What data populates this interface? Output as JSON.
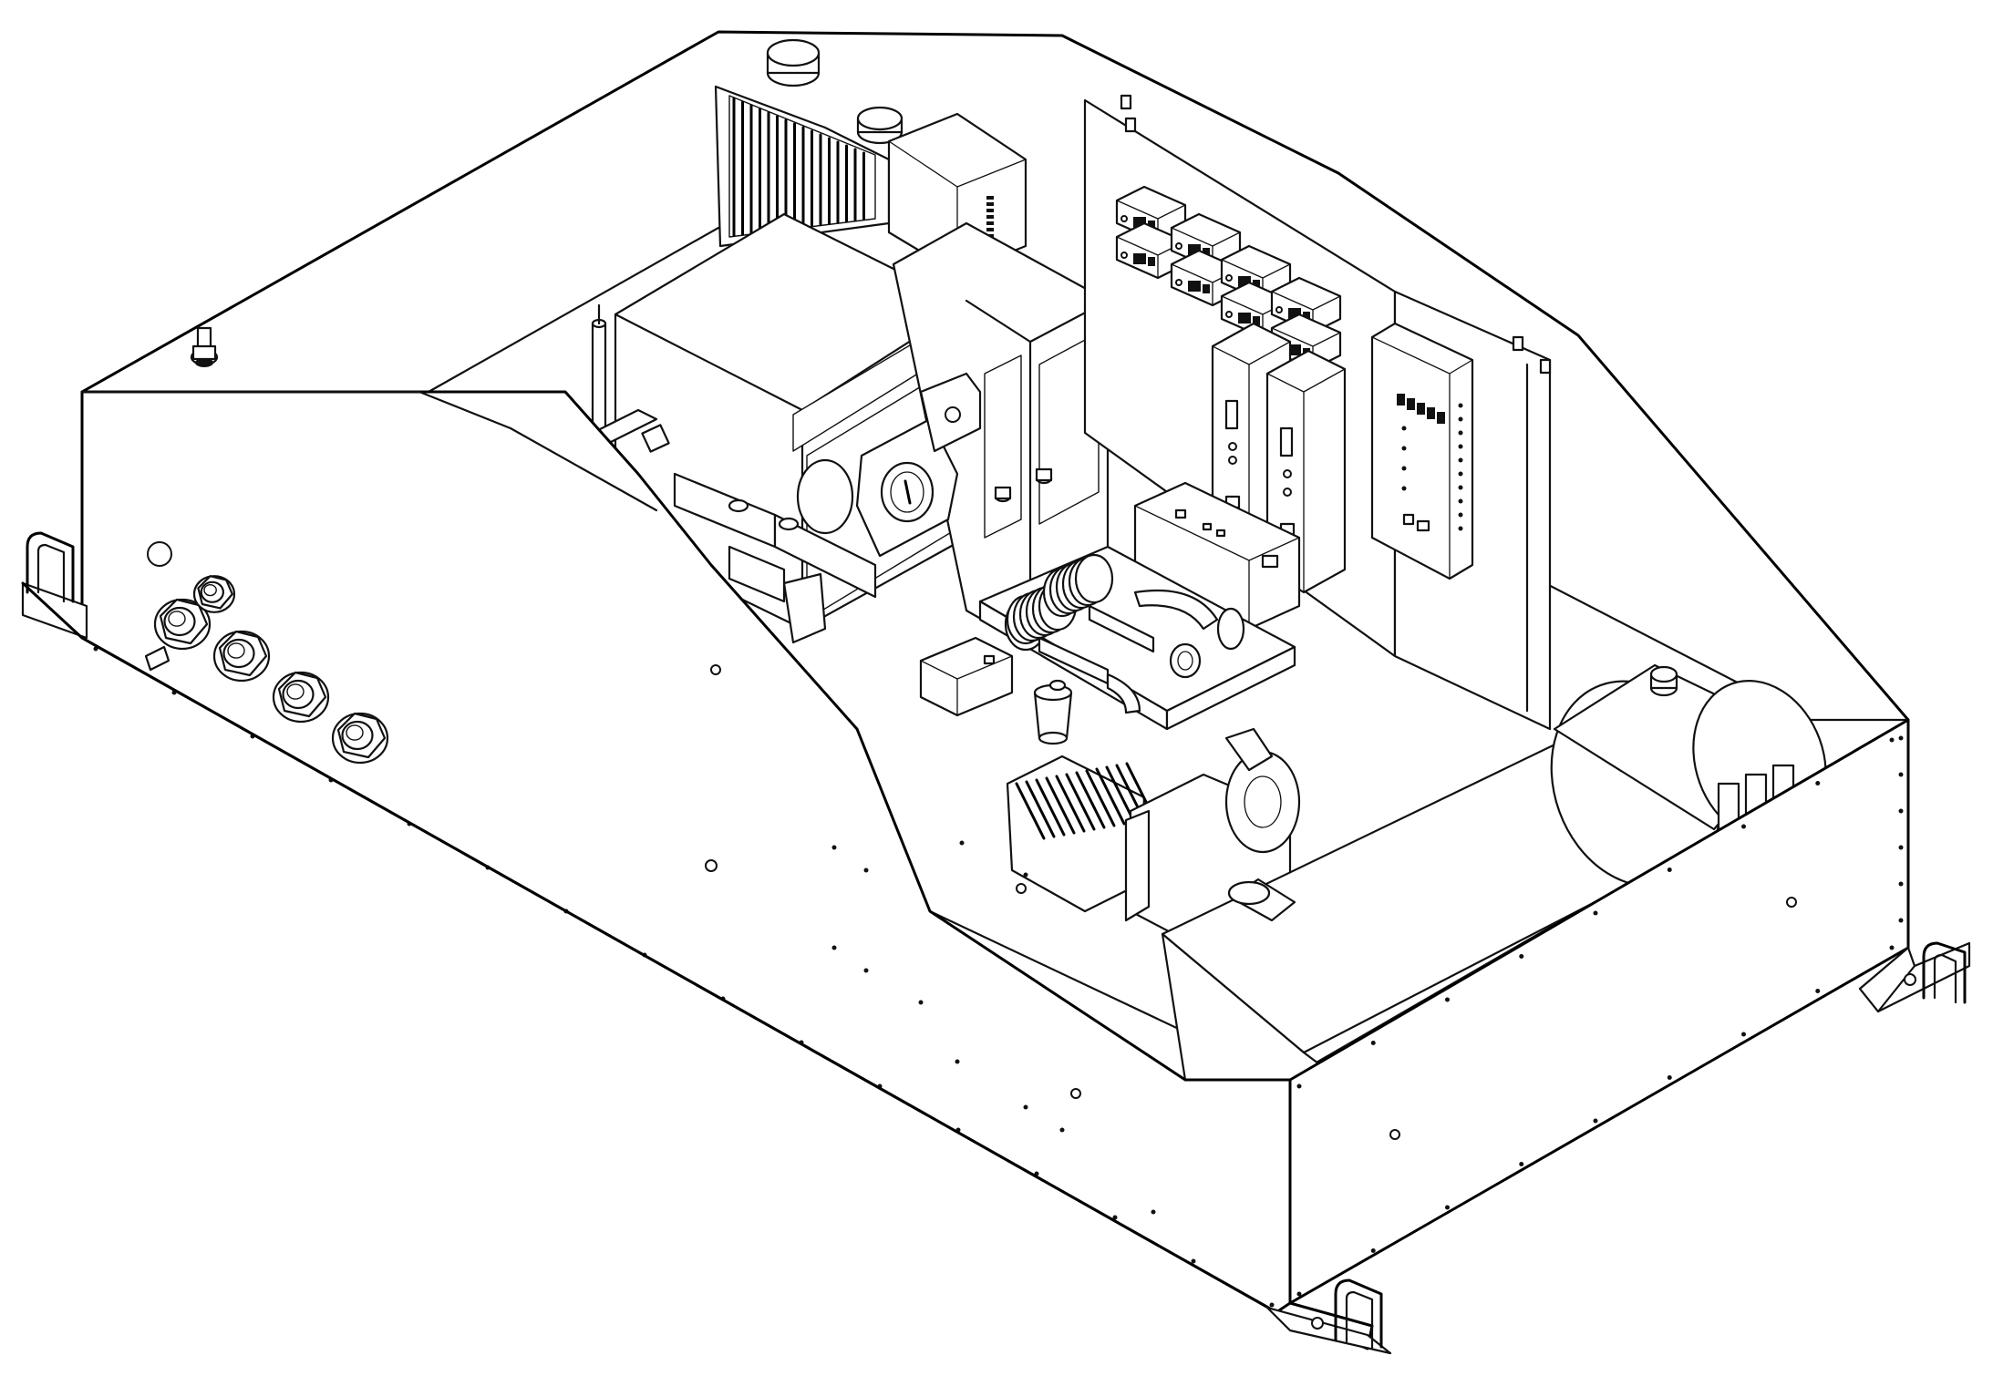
{
  "drawing": {
    "line_color": "#111111",
    "background": "#ffffff"
  },
  "fin_counts": {
    "top_left_heatsink": 16,
    "bottom_heatsink": 12
  },
  "terminal_blocks": 8,
  "panel_leds": 10
}
